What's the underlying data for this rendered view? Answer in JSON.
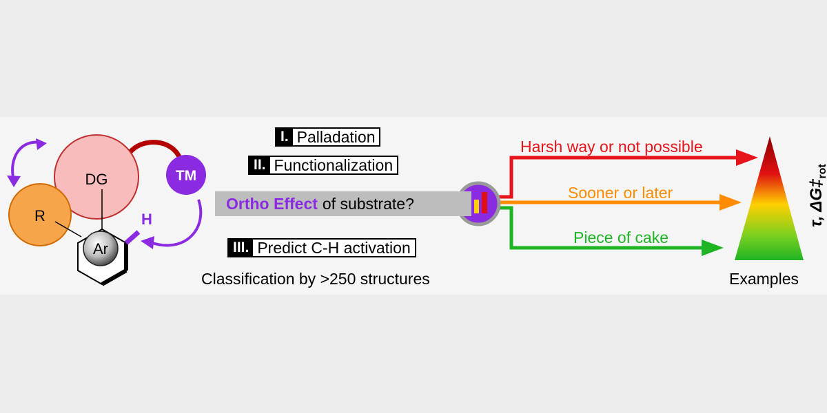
{
  "molecule": {
    "dg_label": "DG",
    "r_label": "R",
    "ar_label": "Ar",
    "tm_label": "TM",
    "h_label": "H"
  },
  "steps": [
    {
      "numeral": "I.",
      "text": "Palladation"
    },
    {
      "numeral": "II.",
      "text": "Functionalization"
    },
    {
      "numeral": "III.",
      "text": "Predict C-H activation"
    }
  ],
  "question": {
    "highlight": "Ortho Effect",
    "rest": "of substrate?"
  },
  "classification": "Classification by >250 structures",
  "outcomes": [
    {
      "label": "Harsh way or not possible",
      "color": "#e8141b"
    },
    {
      "label": "Sooner or later",
      "color": "#ff8c00"
    },
    {
      "label": "Piece of cake",
      "color": "#1fb424"
    }
  ],
  "scale": {
    "axis_main": "τ, ΔG‡",
    "axis_sub": "rot",
    "examples_label": "Examples"
  },
  "colors": {
    "purple": "#8a2be2",
    "dg_fill": "#f8bcbc",
    "r_fill": "#f7a54a",
    "dark_red": "#b30000"
  }
}
